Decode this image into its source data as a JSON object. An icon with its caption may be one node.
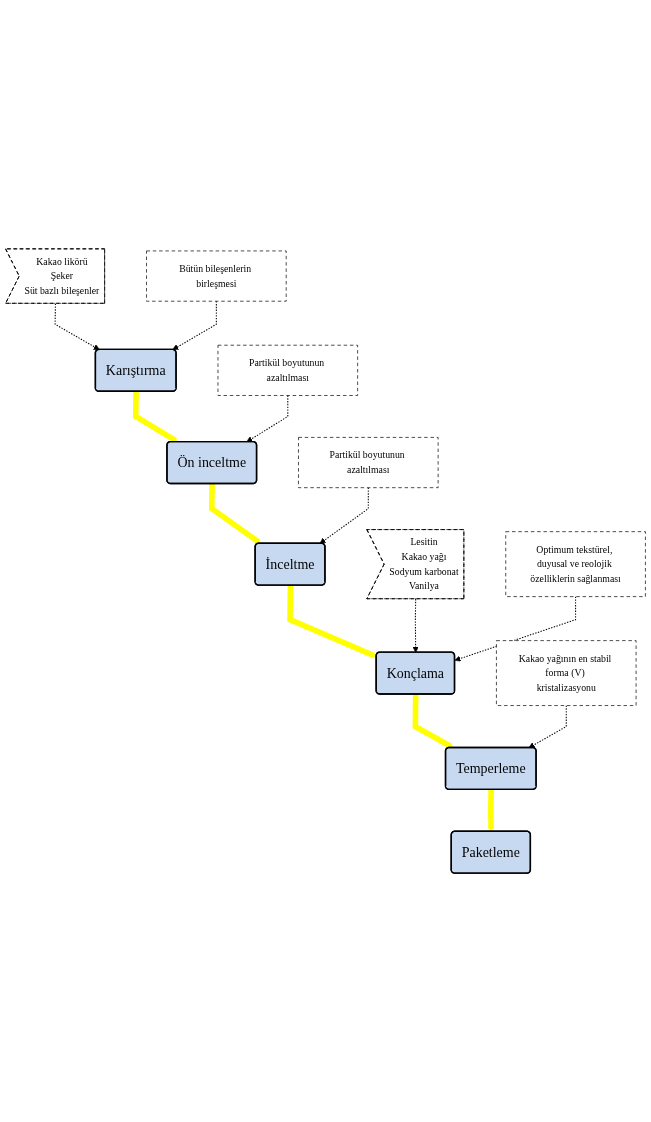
{
  "diagram": {
    "nodes": [
      {
        "text": [
          "Kakao likörü",
          "Şeker",
          "Süt bazlı bileşenler"
        ]
      },
      {
        "text": [
          "Karıştırma"
        ]
      },
      {
        "text": [
          "Bütün bileşenlerin birleşmesi"
        ]
      },
      {
        "text": [
          "Ön inceltme"
        ]
      },
      {
        "text": [
          "Partikül boyutunun azaltılması"
        ]
      },
      {
        "text": [
          "İnceltme"
        ]
      },
      {
        "text": [
          "Partikül boyutunun azaltılması"
        ]
      },
      {
        "text": [
          "Lesitin",
          "Kakao yağı",
          "Sodyum karbonat",
          "Vanilya"
        ]
      },
      {
        "text": [
          "Konçlama"
        ]
      },
      {
        "text": [
          "Optimum tekstürel, duyusal ve reolojik özelliklerin sağlanması"
        ]
      },
      {
        "text": [
          "Temperleme"
        ]
      },
      {
        "text": [
          "Kakao yağının en stabil forma (V) kristalizasyonu"
        ]
      },
      {
        "text": [
          "Paketleme"
        ]
      }
    ],
    "edges": [
      {
        "from": 0,
        "to": 1,
        "arrow": "to",
        "style": "dashed"
      },
      {
        "from": 2,
        "to": 1,
        "arrow": "to",
        "style": "dashed"
      },
      {
        "from": 1,
        "to": 3,
        "arrow": "to",
        "style": "thick",
        "color": "#ffff00"
      },
      {
        "from": 4,
        "to": 3,
        "arrow": "to",
        "style": "dashed"
      },
      {
        "from": 3,
        "to": 5,
        "arrow": "to",
        "style": "thick",
        "color": "#ffff00"
      },
      {
        "from": 6,
        "to": 5,
        "arrow": "to",
        "style": "dashed"
      },
      {
        "from": 5,
        "to": 8,
        "arrow": "to",
        "style": "thick",
        "color": "#ffff00"
      },
      {
        "from": 7,
        "to": 8,
        "arrow": "to",
        "style": "dashed"
      },
      {
        "from": 9,
        "to": 8,
        "arrow": "to",
        "style": "dashed"
      },
      {
        "from": 8,
        "to": 10,
        "arrow": "to",
        "style": "thick",
        "color": "#ffff00"
      },
      {
        "from": 11,
        "to": 10,
        "arrow": "to",
        "style": "dashed"
      },
      {
        "from": 10,
        "to": 12,
        "arrow": "to",
        "style": "thick",
        "color": "#ffff00"
      }
    ]
  }
}
